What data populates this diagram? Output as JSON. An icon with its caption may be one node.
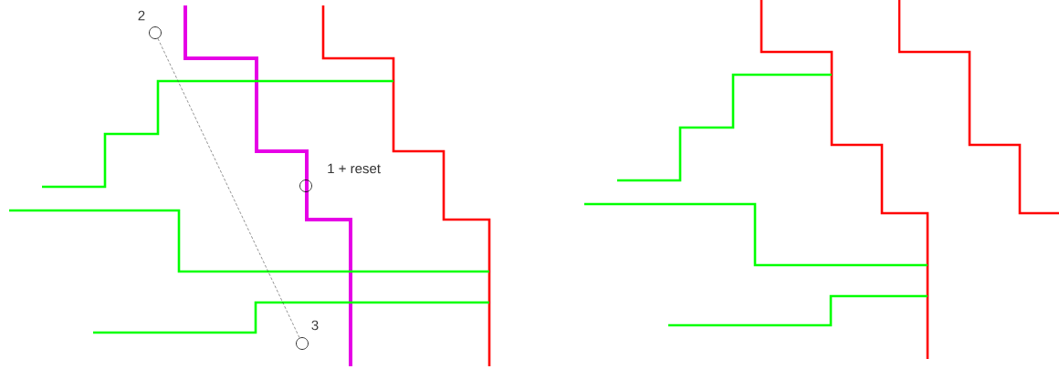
{
  "diagram": {
    "nodes": [
      {
        "text": [],
        "shape": "circle",
        "beside": [
          "2"
        ]
      },
      {
        "text": [],
        "shape": "circle",
        "beside": [
          "1 + reset"
        ]
      },
      {
        "text": [],
        "shape": "circle",
        "beside": [
          "3"
        ]
      }
    ],
    "edges": [
      {
        "from": 0,
        "to": 2,
        "arrow": "none",
        "style": "dashed"
      }
    ]
  }
}
